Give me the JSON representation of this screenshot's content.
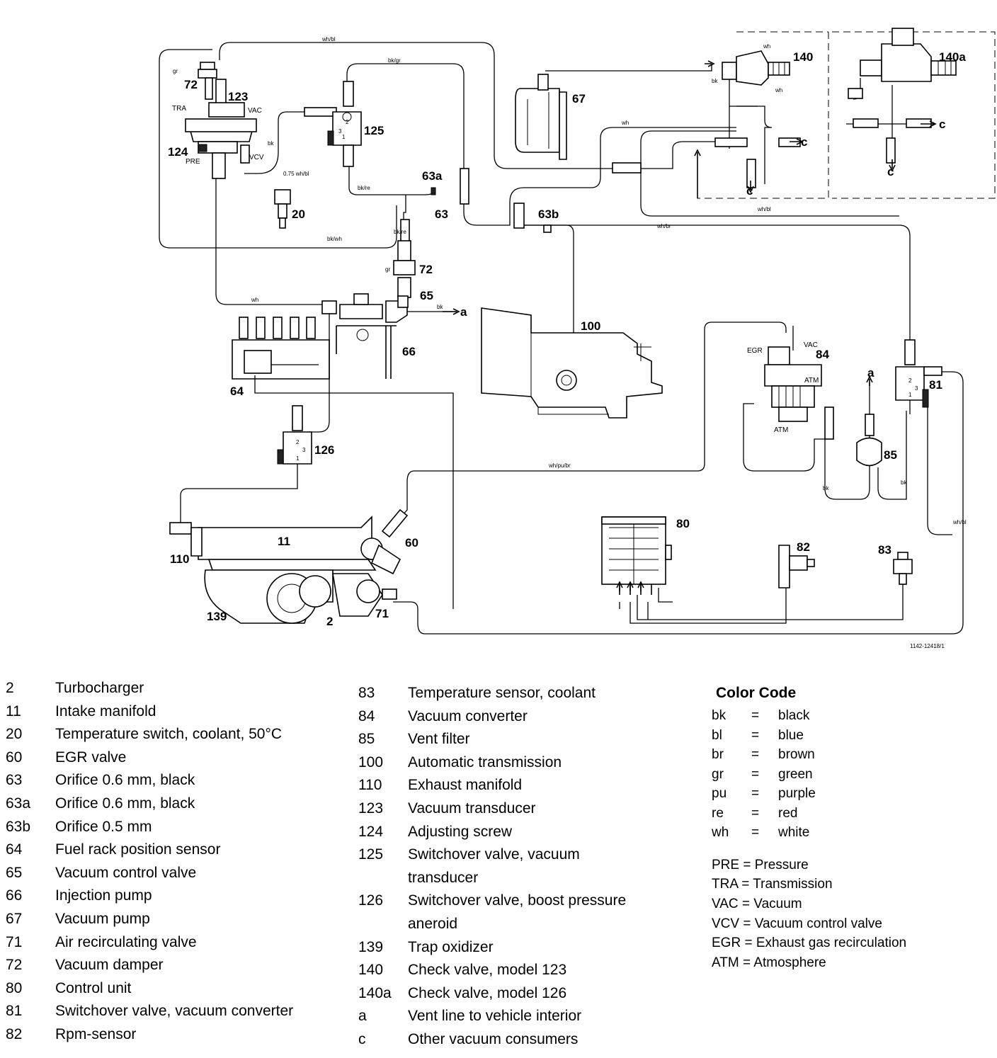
{
  "diagram": {
    "drawing_number": "1142-12418/1",
    "callouts": [
      "2",
      "11",
      "20",
      "60",
      "63",
      "63a",
      "63b",
      "64",
      "65",
      "66",
      "67",
      "71",
      "72",
      "72",
      "80",
      "81",
      "82",
      "83",
      "84",
      "85",
      "100",
      "110",
      "123",
      "124",
      "125",
      "126",
      "139",
      "140",
      "140a",
      "a",
      "a",
      "c",
      "c",
      "c",
      "c"
    ],
    "port_labels": [
      "TRA",
      "VAC",
      "PRE",
      "VCV",
      "EGR",
      "VAC",
      "ATM",
      "ATM"
    ],
    "hose_labels": [
      "wh/bl",
      "bk/gr",
      "gr",
      "gr",
      "bk",
      "0.75 wh/bl",
      "bk/re",
      "bk/re",
      "bk/wh",
      "wh",
      "bk",
      "wh",
      "wh",
      "wh",
      "bk",
      "wh/bl",
      "wh/br",
      "wh/pu/br",
      "bk",
      "bk",
      "wh/bl"
    ],
    "valve_ports": [
      "1",
      "2",
      "3",
      "1",
      "2",
      "3",
      "1",
      "2",
      "3"
    ]
  },
  "legend": {
    "column1": [
      {
        "num": "2",
        "text": "Turbocharger"
      },
      {
        "num": "11",
        "text": "Intake manifold"
      },
      {
        "num": "20",
        "text": "Temperature switch, coolant, 50°C"
      },
      {
        "num": "60",
        "text": "EGR valve"
      },
      {
        "num": "63",
        "text": "Orifice 0.6 mm, black"
      },
      {
        "num": "63a",
        "text": "Orifice 0.6 mm, black"
      },
      {
        "num": "63b",
        "text": "Orifice 0.5 mm"
      },
      {
        "num": "64",
        "text": "Fuel rack position sensor"
      },
      {
        "num": "65",
        "text": "Vacuum control valve"
      },
      {
        "num": "66",
        "text": "Injection pump"
      },
      {
        "num": "67",
        "text": "Vacuum pump"
      },
      {
        "num": "71",
        "text": "Air recirculating valve"
      },
      {
        "num": "72",
        "text": "Vacuum damper"
      },
      {
        "num": "80",
        "text": "Control unit"
      },
      {
        "num": "81",
        "text": "Switchover valve, vacuum converter"
      },
      {
        "num": "82",
        "text": "Rpm-sensor"
      }
    ],
    "column2": [
      {
        "num": "83",
        "text": "Temperature sensor, coolant"
      },
      {
        "num": "84",
        "text": "Vacuum converter"
      },
      {
        "num": "85",
        "text": "Vent filter"
      },
      {
        "num": "100",
        "text": "Automatic transmission"
      },
      {
        "num": "110",
        "text": "Exhaust manifold"
      },
      {
        "num": "123",
        "text": "Vacuum transducer"
      },
      {
        "num": "124",
        "text": "Adjusting screw"
      },
      {
        "num": "125",
        "text": "Switchover valve, vacuum",
        "cont": "transducer"
      },
      {
        "num": "126",
        "text": "Switchover valve, boost pressure",
        "cont": "aneroid"
      },
      {
        "num": "139",
        "text": "Trap oxidizer"
      },
      {
        "num": "140",
        "text": "Check valve, model 123"
      },
      {
        "num": "140a",
        "text": "Check valve, model 126"
      },
      {
        "num": "a",
        "text": "Vent line to vehicle interior"
      },
      {
        "num": "c",
        "text": "Other vacuum consumers"
      }
    ]
  },
  "color_code": {
    "title": "Color Code",
    "entries": [
      {
        "abbr": "bk",
        "eq": "=",
        "name": "black"
      },
      {
        "abbr": "bl",
        "eq": "=",
        "name": "blue"
      },
      {
        "abbr": "br",
        "eq": "=",
        "name": "brown"
      },
      {
        "abbr": "gr",
        "eq": "=",
        "name": "green"
      },
      {
        "abbr": "pu",
        "eq": "=",
        "name": "purple"
      },
      {
        "abbr": "re",
        "eq": "=",
        "name": "red"
      },
      {
        "abbr": "wh",
        "eq": "=",
        "name": "white"
      }
    ],
    "abbreviations": [
      "PRE = Pressure",
      "TRA = Transmission",
      "VAC = Vacuum",
      "VCV = Vacuum control valve",
      "EGR = Exhaust gas recirculation",
      "ATM = Atmosphere"
    ]
  }
}
